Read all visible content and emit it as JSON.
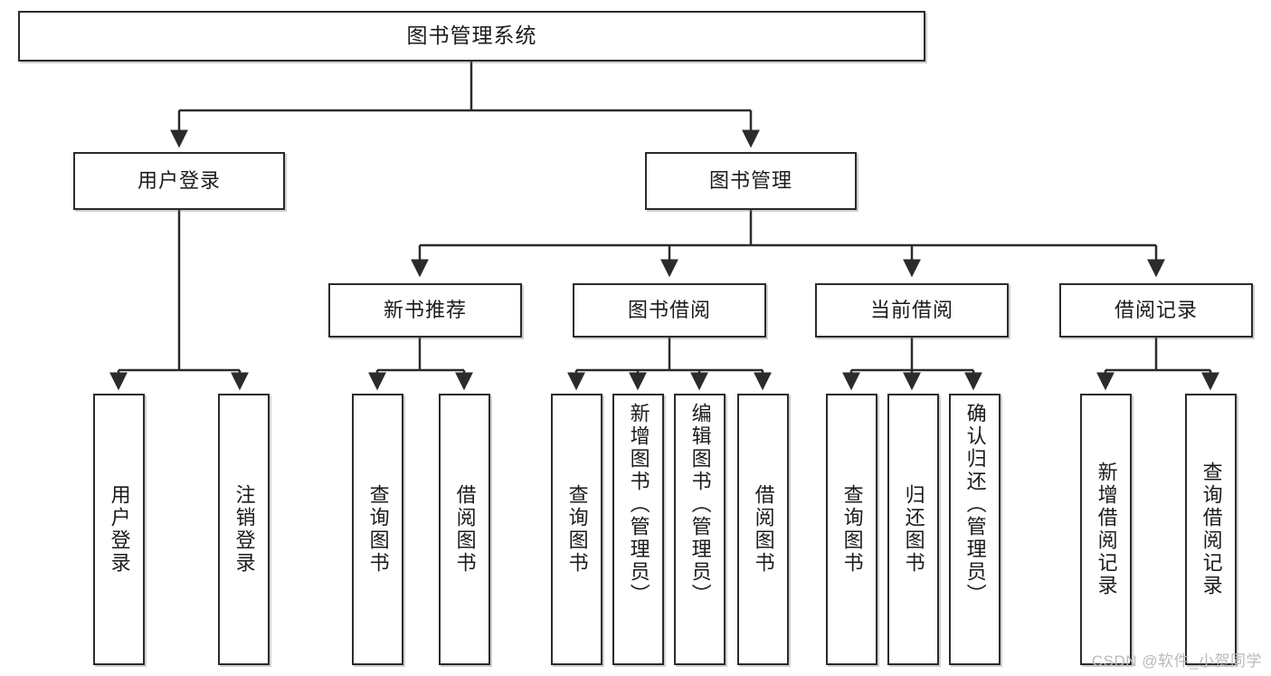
{
  "diagram": {
    "title": "图书管理系统",
    "type": "tree",
    "watermark": "CSDN @软件_小贺同学",
    "colors": {
      "box_border": "#2b2b2b",
      "box_fill": "#ffffff",
      "edge": "#2b2b2b",
      "text": "#1b1b1b",
      "watermark": "#b9b9b9"
    },
    "nodes": {
      "root": {
        "label": "图书管理系统",
        "level": 1
      },
      "l2": [
        {
          "id": "user-login",
          "label": "用户登录",
          "level": 2
        },
        {
          "id": "book-manage",
          "label": "图书管理",
          "level": 2
        }
      ],
      "l3": [
        {
          "id": "new-book-recommend",
          "label": "新书推荐",
          "level": 3,
          "parent": "book-manage"
        },
        {
          "id": "book-borrow",
          "label": "图书借阅",
          "level": 3,
          "parent": "book-manage"
        },
        {
          "id": "current-borrow",
          "label": "当前借阅",
          "level": 3,
          "parent": "book-manage"
        },
        {
          "id": "borrow-record",
          "label": "借阅记录",
          "level": 3,
          "parent": "book-manage"
        }
      ],
      "leaves": [
        {
          "id": "leaf-user-login",
          "label": "用户登录",
          "parent": "user-login"
        },
        {
          "id": "leaf-logout",
          "label": "注销登录",
          "parent": "user-login"
        },
        {
          "id": "leaf-query-book-1",
          "label": "查询图书",
          "parent": "new-book-recommend"
        },
        {
          "id": "leaf-borrow-book-1",
          "label": "借阅图书",
          "parent": "new-book-recommend"
        },
        {
          "id": "leaf-query-book-2",
          "label": "查询图书",
          "parent": "book-borrow"
        },
        {
          "id": "leaf-add-book",
          "label": "新增图书（管理员）",
          "parent": "book-borrow"
        },
        {
          "id": "leaf-edit-book",
          "label": "编辑图书（管理员）",
          "parent": "book-borrow"
        },
        {
          "id": "leaf-borrow-book-2",
          "label": "借阅图书",
          "parent": "book-borrow"
        },
        {
          "id": "leaf-query-book-3",
          "label": "查询图书",
          "parent": "current-borrow"
        },
        {
          "id": "leaf-return-book",
          "label": "归还图书",
          "parent": "current-borrow"
        },
        {
          "id": "leaf-confirm-return",
          "label": "确认归还（管理员）",
          "parent": "current-borrow"
        },
        {
          "id": "leaf-add-record",
          "label": "新增借阅记录",
          "parent": "borrow-record"
        },
        {
          "id": "leaf-query-record",
          "label": "查询借阅记录",
          "parent": "borrow-record"
        }
      ]
    }
  }
}
